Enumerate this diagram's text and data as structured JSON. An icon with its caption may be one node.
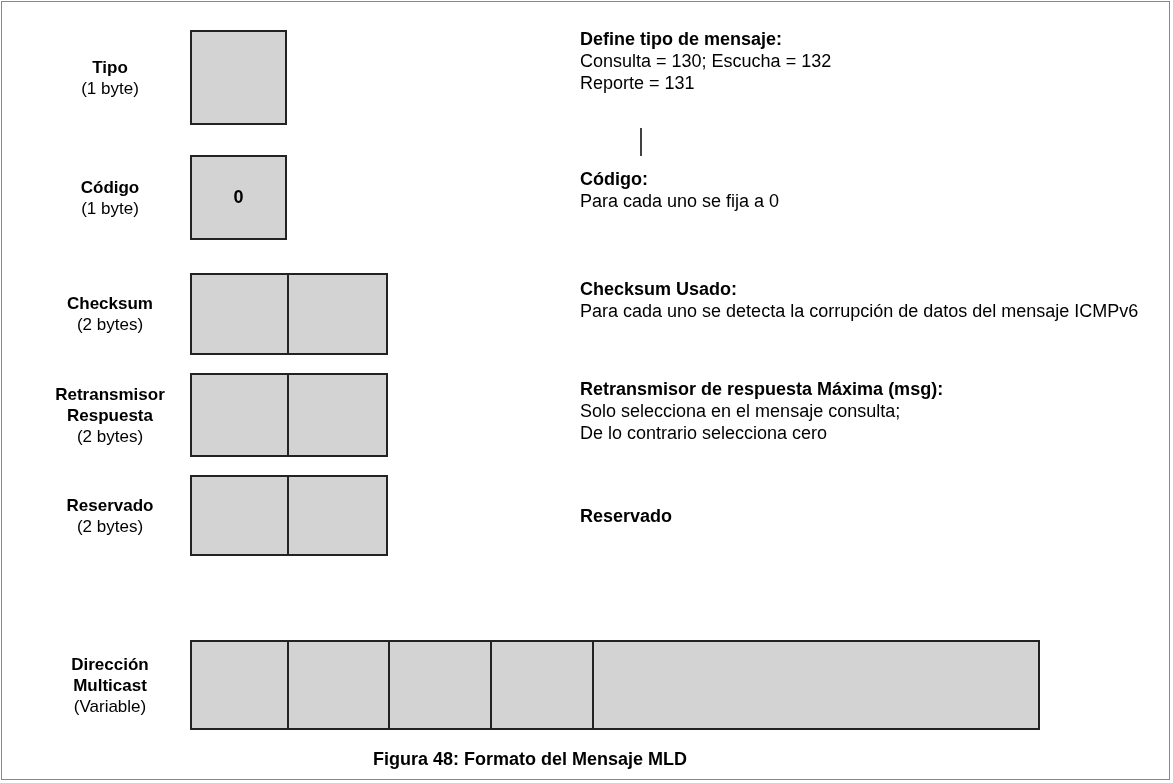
{
  "diagram": {
    "caption": "Figura 48: Formato del Mensaje MLD",
    "nodes": [
      {
        "text": [],
        "shape": "box",
        "beside": [
          "Tipo",
          "(1 byte)"
        ]
      },
      {
        "text": [
          "0"
        ],
        "beside": [
          "Código",
          "(1 byte)"
        ]
      },
      {
        "text": [],
        "shape": "box",
        "beside": [
          "Checksum",
          "(2 bytes)"
        ]
      },
      {
        "text": [],
        "shape": "box"
      },
      {
        "text": [],
        "shape": "box",
        "beside": [
          "Retransmisor Respuesta",
          "(2 bytes)"
        ]
      },
      {
        "text": [],
        "shape": "box"
      },
      {
        "text": [],
        "shape": "box",
        "beside": [
          "Reservado",
          "(2 bytes)"
        ]
      },
      {
        "text": [],
        "shape": "box"
      },
      {
        "text": [],
        "shape": "box",
        "beside": [
          "Dirección Multicast",
          "(Variable)"
        ]
      },
      {
        "text": [],
        "shape": "box"
      },
      {
        "text": [],
        "shape": "box"
      },
      {
        "text": [],
        "shape": "box"
      },
      {
        "text": [],
        "shape": "box"
      }
    ],
    "labels": [
      "Define tipo de mensaje:",
      "Consulta = 130; Escucha = 132",
      "Reporte = 131",
      "Código:",
      "Para cada uno se fija a 0",
      "Checksum Usado:",
      "Para cada uno se detecta la corrupción de datos del mensaje ICMPv6",
      "Retransmisor de respuesta Máxima (msg):",
      "Solo selecciona en el mensaje consulta;",
      "De lo contrario selecciona cero",
      "Reservado"
    ]
  }
}
